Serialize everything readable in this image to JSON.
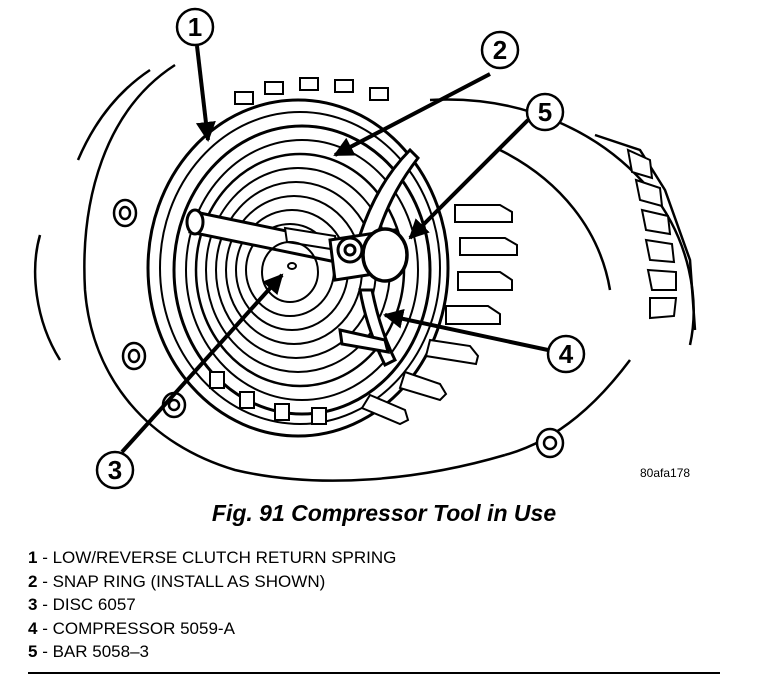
{
  "callouts": [
    {
      "num": "1"
    },
    {
      "num": "2"
    },
    {
      "num": "3"
    },
    {
      "num": "4"
    },
    {
      "num": "5"
    }
  ],
  "figure_code": "80afa178",
  "caption": "Fig. 91 Compressor Tool in Use",
  "legend": [
    {
      "num": "1",
      "text": " - LOW/REVERSE CLUTCH RETURN SPRING"
    },
    {
      "num": "2",
      "text": " - SNAP RING (INSTALL AS SHOWN)"
    },
    {
      "num": "3",
      "text": " - DISC 6057"
    },
    {
      "num": "4",
      "text": " - COMPRESSOR 5059-A"
    },
    {
      "num": "5",
      "text": " - BAR 5058–3"
    }
  ]
}
